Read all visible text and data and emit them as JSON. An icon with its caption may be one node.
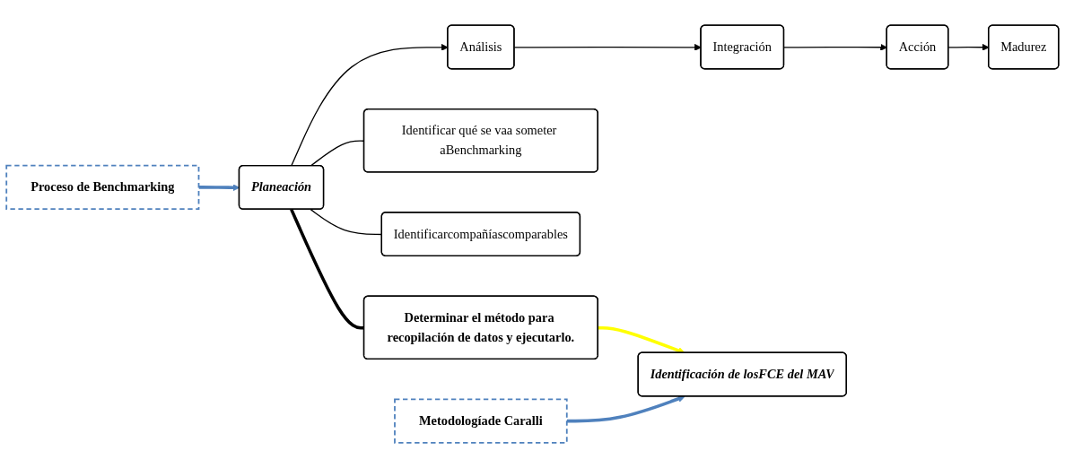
{
  "diagram": {
    "nodes": [
      {
        "text": [
          "Proceso de Benchmarking"
        ]
      },
      {
        "text": [
          "Planeación"
        ]
      },
      {
        "text": [
          "Análisis"
        ]
      },
      {
        "text": [
          "Integración"
        ]
      },
      {
        "text": [
          "Acción"
        ]
      },
      {
        "text": [
          "Madurez"
        ]
      },
      {
        "text": [
          "Identificar qué se vaa someter aBenchmarking"
        ]
      },
      {
        "text": [
          "Identificarcompañíascomparables"
        ]
      },
      {
        "text": [
          "Determinar el método para recopilación de datos y ejecutarlo."
        ]
      },
      {
        "text": [
          "Metodologíade Caralli"
        ]
      },
      {
        "text": [
          "Identificación de losFCE del MAV"
        ]
      }
    ],
    "edges": [
      {
        "from": 0,
        "to": 1,
        "arrow": "to",
        "style": "thick",
        "color": "#4f81bd"
      },
      {
        "from": 1,
        "to": 2,
        "arrow": "to"
      },
      {
        "from": 2,
        "to": 3,
        "arrow": "to"
      },
      {
        "from": 3,
        "to": 4,
        "arrow": "to"
      },
      {
        "from": 4,
        "to": 5,
        "arrow": "to"
      },
      {
        "from": 1,
        "to": 6,
        "arrow": "none"
      },
      {
        "from": 1,
        "to": 7,
        "arrow": "none"
      },
      {
        "from": 1,
        "to": 8,
        "arrow": "none",
        "style": "thick"
      },
      {
        "from": 8,
        "to": 10,
        "arrow": "to",
        "style": "thick",
        "color": "#ffff00"
      },
      {
        "from": 9,
        "to": 10,
        "arrow": "to",
        "style": "thick",
        "color": "#4f81bd"
      }
    ]
  }
}
